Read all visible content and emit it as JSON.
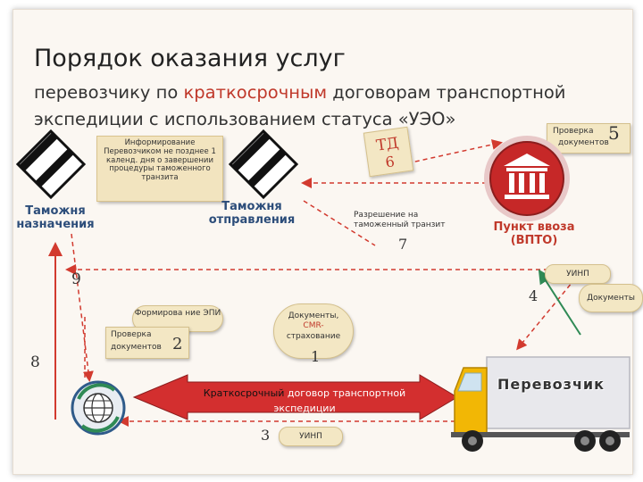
{
  "title": "Порядок оказания услуг",
  "subtitle": {
    "part1": "перевозчику по ",
    "highlight": "краткосрочным",
    "part2": " договорам транспортной",
    "line2": "экспедиции с использованием статуса «УЭО»"
  },
  "info_note": "Информирование Перевозчиком не позднее 1 календ. дня о завершении процедуры таможенного транзита",
  "td_box": {
    "label": "ТД",
    "number": "6"
  },
  "check_docs_top": {
    "label_line1": "Проверка",
    "label_line2": "документов",
    "number": "5"
  },
  "customs_destination": "Таможня назначения",
  "customs_departure": "Таможня отправления",
  "permission": {
    "text": "Разрешение на таможенный транзит",
    "number": "7"
  },
  "entry_point": {
    "line1": "Пункт ввоза",
    "line2": "(ВПТО)"
  },
  "step9": "9",
  "uinp_right": "УИНП",
  "step4": "4",
  "documents_right": "Документы",
  "epi_bubble": "Формирова ние ЭПИ",
  "check_docs_left": {
    "line1": "Проверка",
    "line2": "документов",
    "number": "2"
  },
  "docs_cmr": {
    "line1": "Документы,",
    "line2": "CMR-",
    "line3": "страхование",
    "number": "1"
  },
  "step8": "8",
  "carrier": "Перевозчик",
  "contract": {
    "highlight": "Краткосрочный",
    "rest": " договор транспортной экспедиции"
  },
  "step3": "3",
  "uinp_bottom": "УИНП",
  "colors": {
    "accent_red": "#c0392b",
    "arrow_red": "#d23a2f",
    "green": "#2f8a55",
    "dark_red": "#8b1d1d",
    "blue_text": "#2c4d7a"
  },
  "icons": [
    "hazard-sign-icon",
    "bank-building-icon",
    "globe-icon",
    "truck-icon"
  ]
}
